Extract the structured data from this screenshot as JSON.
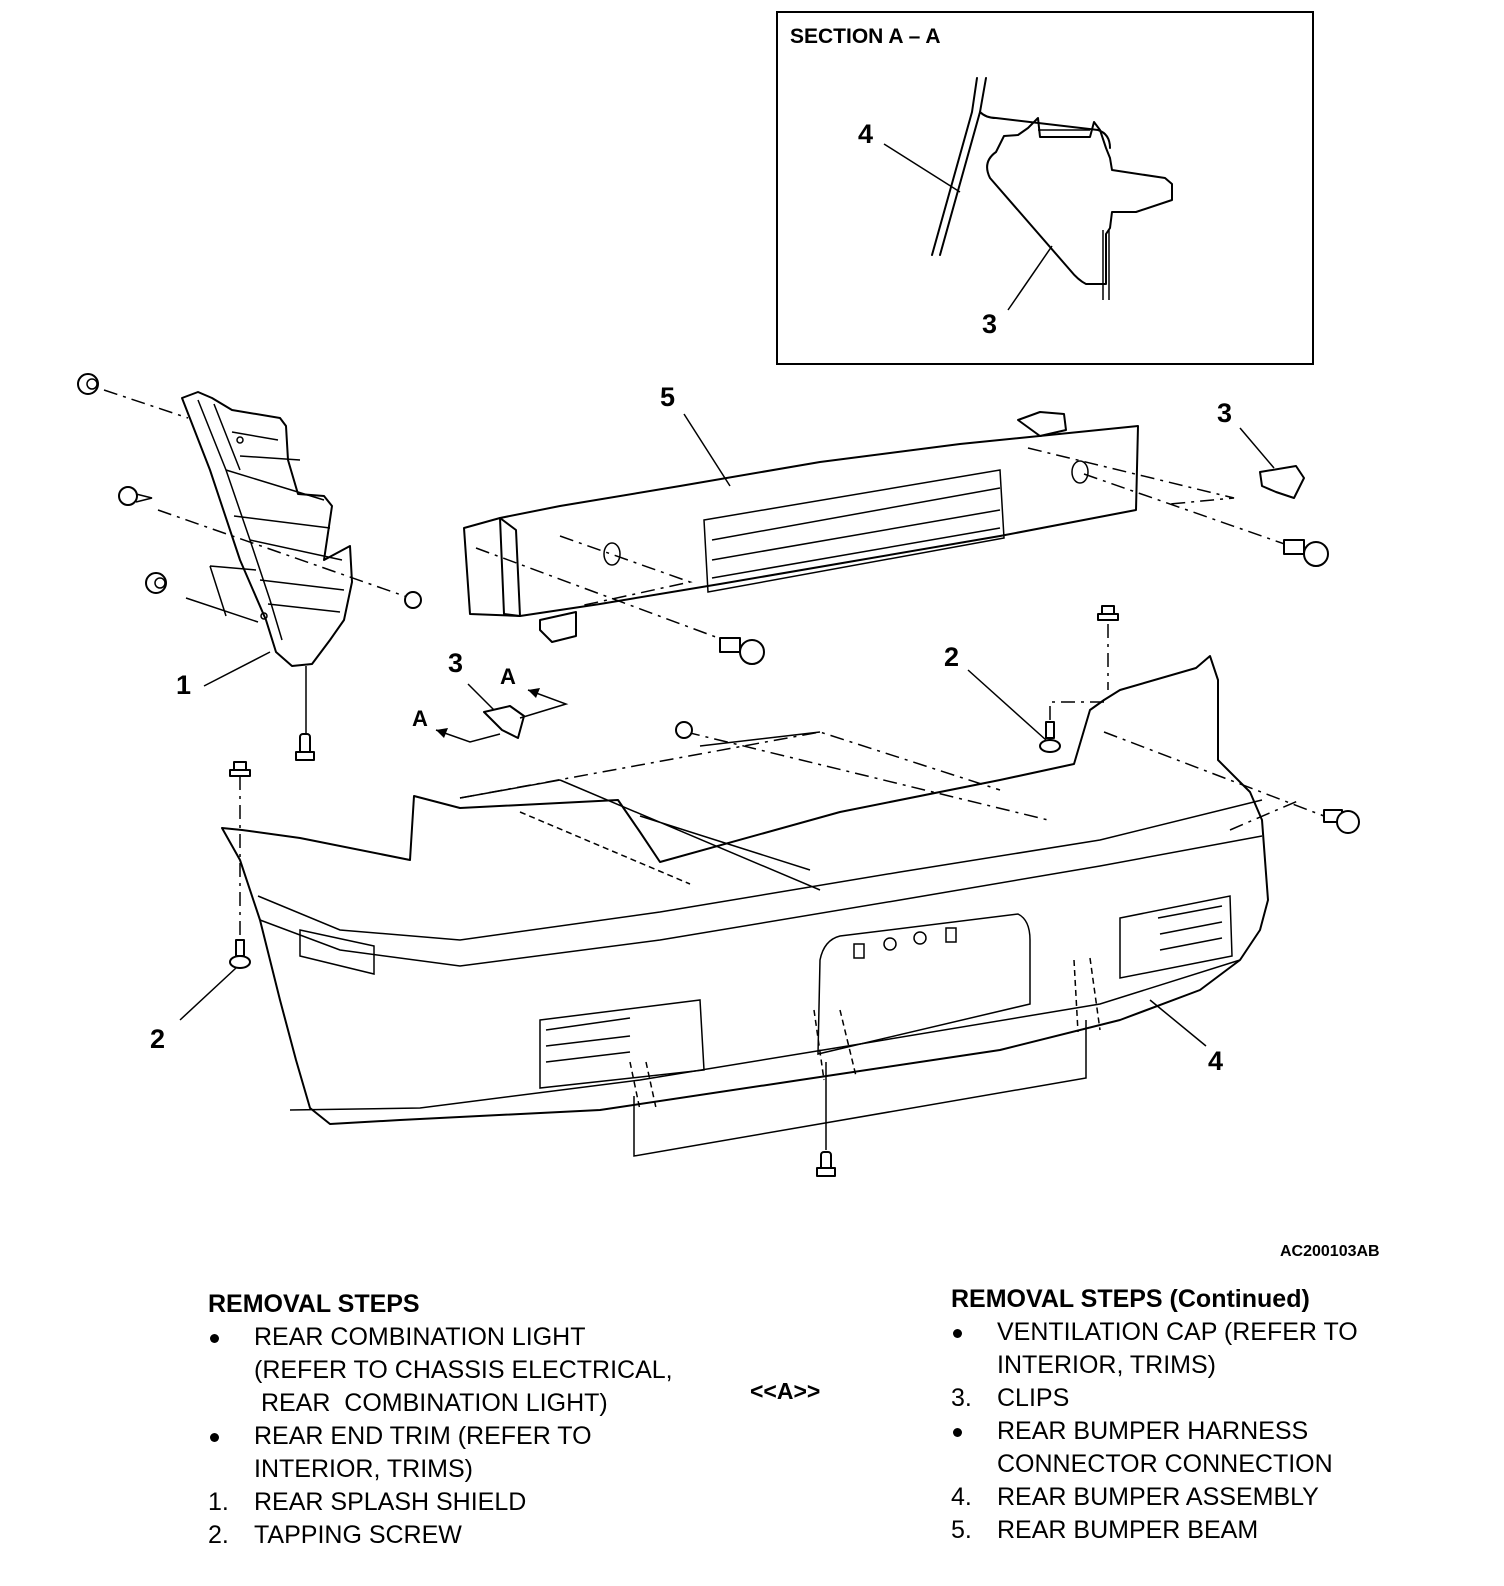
{
  "figure": {
    "code": "AC200103AB",
    "section_view": {
      "title": "SECTION A – A",
      "callouts": [
        "4",
        "3"
      ]
    },
    "callouts": {
      "splash_shield": "1",
      "screw_left_label": "2",
      "screw_right_label": "2",
      "clip_center_label": "3",
      "clip_right_label": "3",
      "bumper_assembly": "4",
      "bumper_beam": "5",
      "section_marker_a1": "A",
      "section_marker_a2": "A"
    }
  },
  "removal_steps": {
    "heading": "REMOVAL STEPS",
    "items": [
      {
        "marker": "bullet",
        "lines": [
          "REAR COMBINATION LIGHT",
          "(REFER TO CHASSIS ELECTRICAL,",
          " REAR  COMBINATION LIGHT)"
        ]
      },
      {
        "marker": "bullet",
        "lines": [
          "REAR END TRIM (REFER TO",
          "INTERIOR, TRIMS)"
        ]
      },
      {
        "marker": "1.",
        "lines": [
          "REAR SPLASH SHIELD"
        ]
      },
      {
        "marker": "2.",
        "lines": [
          "TAPPING SCREW"
        ]
      }
    ],
    "note_ref": "<<A>>"
  },
  "removal_steps_continued": {
    "heading": "REMOVAL STEPS (Continued)",
    "items": [
      {
        "marker": "bullet",
        "lines": [
          "VENTILATION CAP (REFER TO",
          "INTERIOR, TRIMS)"
        ]
      },
      {
        "marker": "3.",
        "lines": [
          "CLIPS"
        ]
      },
      {
        "marker": "bullet",
        "lines": [
          "REAR BUMPER HARNESS",
          "CONNECTOR CONNECTION"
        ]
      },
      {
        "marker": "4.",
        "lines": [
          "REAR BUMPER ASSEMBLY"
        ]
      },
      {
        "marker": "5.",
        "lines": [
          "REAR BUMPER BEAM"
        ]
      }
    ]
  }
}
